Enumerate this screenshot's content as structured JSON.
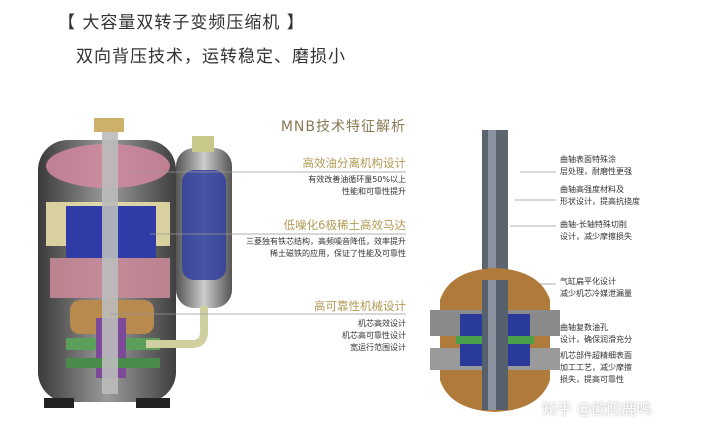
{
  "header": {
    "title": "【  大容量双转子变频压缩机  】",
    "subtitle": "双向背压技术，运转稳定、磨损小"
  },
  "section_title": "MNB技术特征解析",
  "features": [
    {
      "title": "高效油分离机构设计",
      "desc_lines": [
        "有效改善油循环量50%以上",
        "性能和可靠性提升"
      ]
    },
    {
      "title": "低噪化6极稀土高效马达",
      "desc_lines": [
        "三菱独有铁芯结构，高频噪音降低，效率提升",
        "稀土磁铁的应用，保证了性能及可靠性"
      ]
    },
    {
      "title": "高可靠性机械设计",
      "desc_lines": [
        "机芯高效设计",
        "机芯高可靠性设计",
        "宽运行范围设计"
      ]
    }
  ],
  "shaft_notes": [
    [
      "曲轴表面特殊涂",
      "层处理，耐磨性更强"
    ],
    [
      "曲轴高强度材料及",
      "形状设计，提高抗挠度"
    ],
    [
      "曲轴-长轴特殊切削",
      "设计，减少摩擦损失"
    ],
    [
      "气缸扁平化设计",
      "减少机芯冷媒泄漏量"
    ],
    [
      "曲轴复数油孔",
      "设计，确保润滑充分"
    ],
    [
      "机芯部件超精细表面",
      "加工工艺，减少摩擦",
      "损失，提高可靠性"
    ]
  ],
  "watermark": "知乎 @欧阳鹿鸣",
  "colors": {
    "accent_gold": "#b39a55",
    "section_title": "#8a7a55",
    "text": "#333333"
  }
}
